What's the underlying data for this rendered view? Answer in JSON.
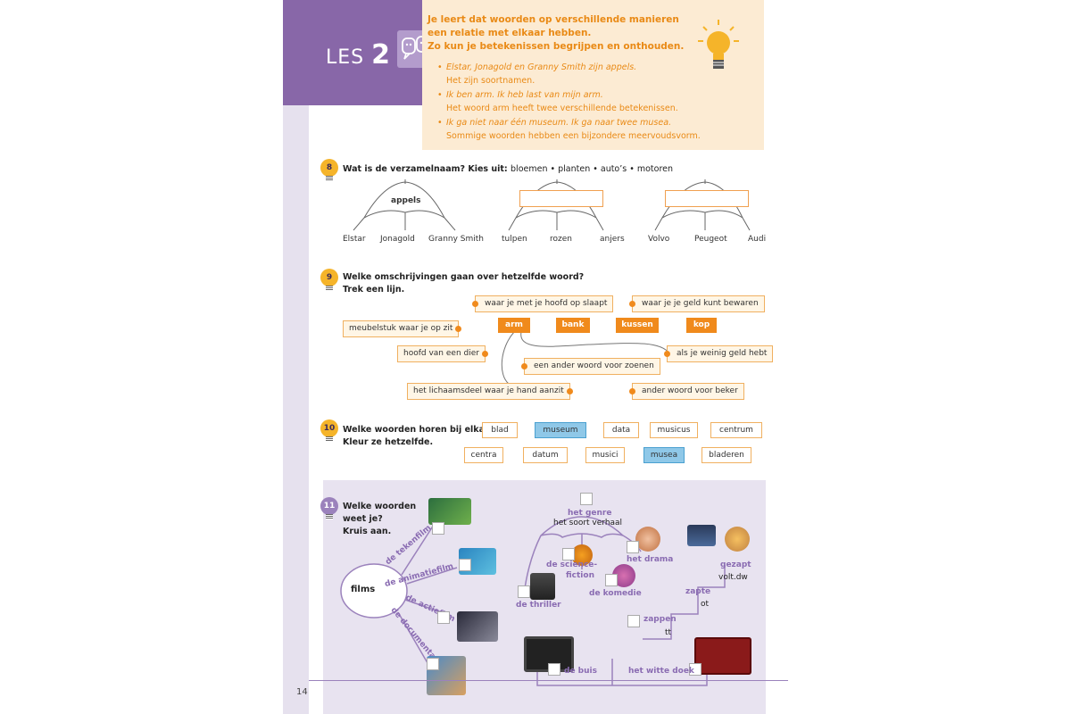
{
  "header": {
    "les_label": "LES",
    "les_number": "2",
    "intro_lines": [
      "Je leert dat woorden op verschillende manieren",
      "een relatie met elkaar hebben.",
      "Zo kun je betekenissen begrijpen en onthouden."
    ],
    "bullets": [
      {
        "line1": "Elstar, Jonagold en Granny Smith zijn appels.",
        "line2": "Het zijn soortnamen."
      },
      {
        "line1": "Ik ben arm. Ik heb last van mijn arm.",
        "line2": "Het woord arm heeft twee verschillende betekenissen."
      },
      {
        "line1": "Ik ga niet naar één museum. Ik ga naar twee musea.",
        "line2": "Sommige woorden hebben een bijzondere meervoudsvorm."
      }
    ]
  },
  "q8": {
    "number": "8",
    "title": "Wat is de verzamelnaam? Kies uit:",
    "choices": "bloemen • planten • auto’s • motoren",
    "umbrellas": [
      {
        "label": "appels",
        "items": [
          "Elstar",
          "Jonagold",
          "Granny Smith"
        ]
      },
      {
        "label": "",
        "items": [
          "tulpen",
          "rozen",
          "anjers"
        ]
      },
      {
        "label": "",
        "items": [
          "Volvo",
          "Peugeot",
          "Audi"
        ]
      }
    ]
  },
  "q9": {
    "number": "9",
    "title_line1": "Welke omschrijvingen gaan over hetzelfde woord?",
    "title_line2": "Trek een lijn.",
    "words": [
      "arm",
      "bank",
      "kussen",
      "kop"
    ],
    "descriptions": [
      "waar je met je hoofd op slaapt",
      "waar je je geld kunt bewaren",
      "meubelstuk waar je op zit",
      "als je weinig geld hebt",
      "hoofd van een dier",
      "een ander woord voor zoenen",
      "het lichaamsdeel waar je hand aanzit",
      "ander woord voor beker"
    ]
  },
  "q10": {
    "number": "10",
    "title_line1": "Welke woorden horen bij elkaar?",
    "title_line2": "Kleur ze hetzelfde.",
    "row1": [
      "blad",
      "museum",
      "data",
      "musicus",
      "centrum"
    ],
    "row2": [
      "centra",
      "datum",
      "musici",
      "musea",
      "bladeren"
    ],
    "highlight_color": "#8fc8e8"
  },
  "q11": {
    "number": "11",
    "title_lines": [
      "Welke woorden",
      "weet je?",
      "Kruis aan."
    ],
    "center": "films",
    "spokes": [
      "de tekenfilm",
      "de animatiefilm",
      "de actiefilm",
      "de documentaire"
    ],
    "genre_top1": "het genre",
    "genre_top2": "het soort verhaal",
    "genres": [
      "de science-",
      "fiction",
      "het drama",
      "de thriller",
      "de komedie"
    ],
    "stairs": [
      {
        "label": "gezapt",
        "sub": "volt.dw"
      },
      {
        "label": "zapte",
        "sub": "ot"
      },
      {
        "label": "zappen",
        "sub": "tt"
      }
    ],
    "screens": [
      "de buis",
      "het witte doek"
    ]
  },
  "footer": {
    "page_number": "14"
  },
  "colors": {
    "purple": "#8867a8",
    "orange": "#f08a1c",
    "cream": "#fcebd3",
    "lavender": "#e8e3f0"
  }
}
